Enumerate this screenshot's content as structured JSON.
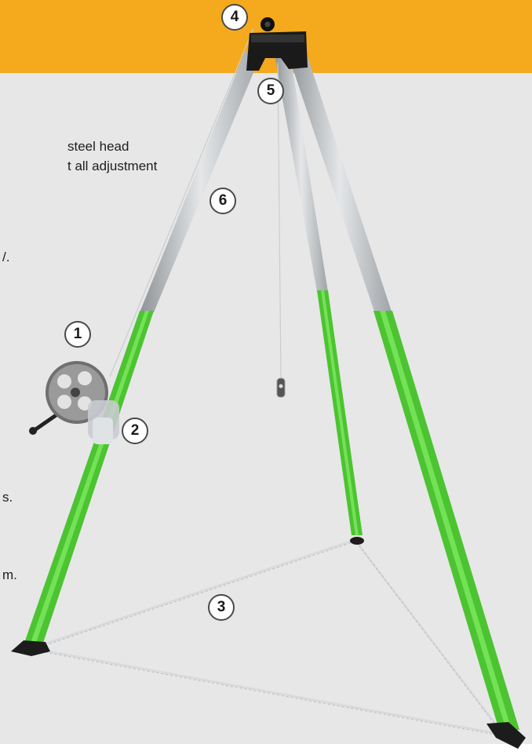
{
  "text_fragments": [
    "steel head",
    "t all adjustment",
    "/.",
    "s.",
    "m."
  ],
  "callouts": [
    "4",
    "5",
    "6",
    "1",
    "2",
    "3"
  ],
  "colors": {
    "header_band": "#f5a91c",
    "background": "#e7e7e7",
    "leg_green": "#58d43a",
    "leg_silver": "#b9bec2",
    "feet": "#1c1c1c"
  }
}
